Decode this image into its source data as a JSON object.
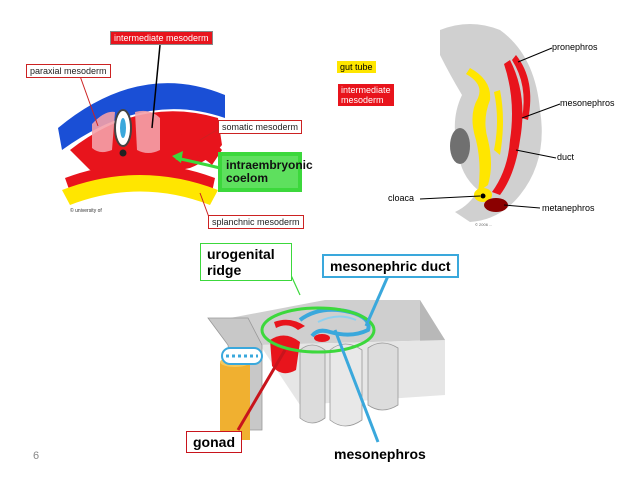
{
  "slide": {
    "page_number": "6"
  },
  "panel_a": {
    "intermediate_mesoderm": "intermediate mesoderm",
    "paraxial_mesoderm": "paraxial mesoderm",
    "somatic_mesoderm": "somatic mesoderm",
    "intraembryonic_coelom_line1": "intraembryonic",
    "intraembryonic_coelom_line2": "coelom",
    "splanchnic_mesoderm": "splanchnic mesoderm"
  },
  "panel_b": {
    "gut_tube": "gut tube",
    "intermediate_mesoderm_line1": "intermediate",
    "intermediate_mesoderm_line2": "mesoderm",
    "pronephros": "pronephros",
    "mesonephros": "mesonephros",
    "duct": "duct",
    "cloaca": "cloaca",
    "metanephros": "metanephros"
  },
  "panel_c": {
    "urogenital_ridge_line1": "urogenital",
    "urogenital_ridge_line2": "ridge",
    "mesonephric_duct": "mesonephric duct",
    "gonad": "gonad",
    "mesonephros": "mesonephros"
  },
  "colors": {
    "mesoderm_red": "#e8141c",
    "ectoderm_blue": "#1a4fd6",
    "endoderm_yellow": "#ffe600",
    "coelom_green": "#3cd83c",
    "duct_blue": "#3aa8dc",
    "embryo_gray": "#d0d0d0"
  }
}
